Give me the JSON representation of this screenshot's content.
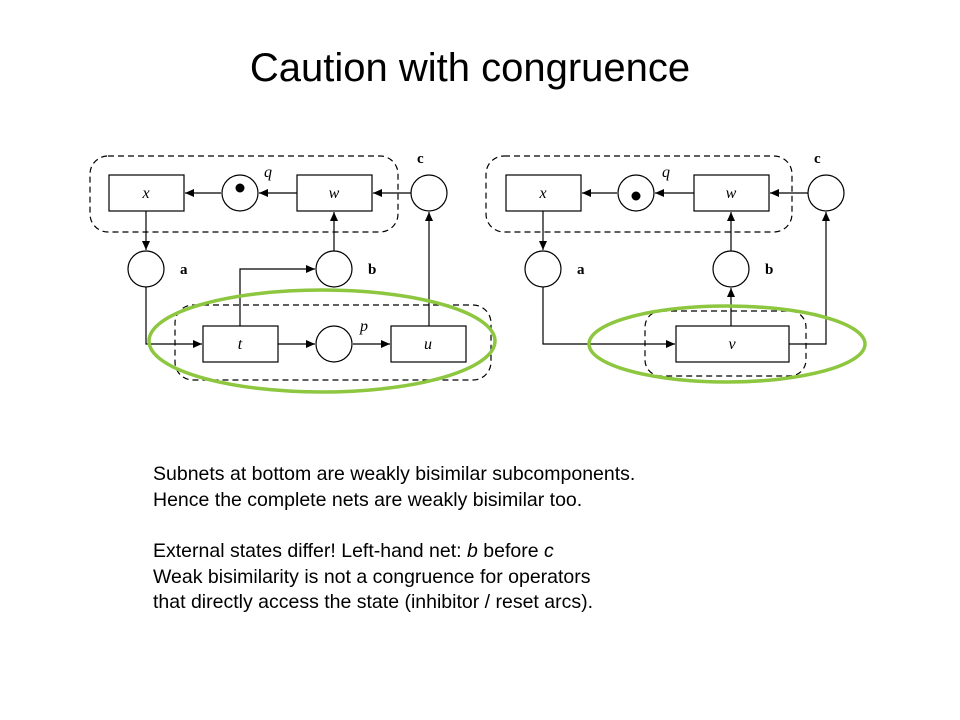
{
  "title": "Caution with congruence",
  "left_net": {
    "transitions": {
      "x": "x",
      "w": "w",
      "t": "t",
      "u": "u"
    },
    "places": {
      "q": "q",
      "p": "p"
    },
    "actions": {
      "a": "a",
      "b": "b",
      "c": "c"
    }
  },
  "right_net": {
    "transitions": {
      "x": "x",
      "w": "w",
      "v": "v"
    },
    "places": {
      "q": "q"
    },
    "actions": {
      "a": "a",
      "b": "b",
      "c": "c"
    }
  },
  "highlight_color": "#8dc63f",
  "text": {
    "line1": "Subnets at bottom are weakly bisimilar subcomponents.",
    "line2": "Hence the complete nets are weakly bisimilar too.",
    "line3_pre": "External states differ! Left-hand net: ",
    "line3_b": "b",
    "line3_mid": " before ",
    "line3_c": "c",
    "line4": "Weak bisimilarity is not a congruence for operators",
    "line5": "that directly access the state (inhibitor / reset arcs)."
  }
}
